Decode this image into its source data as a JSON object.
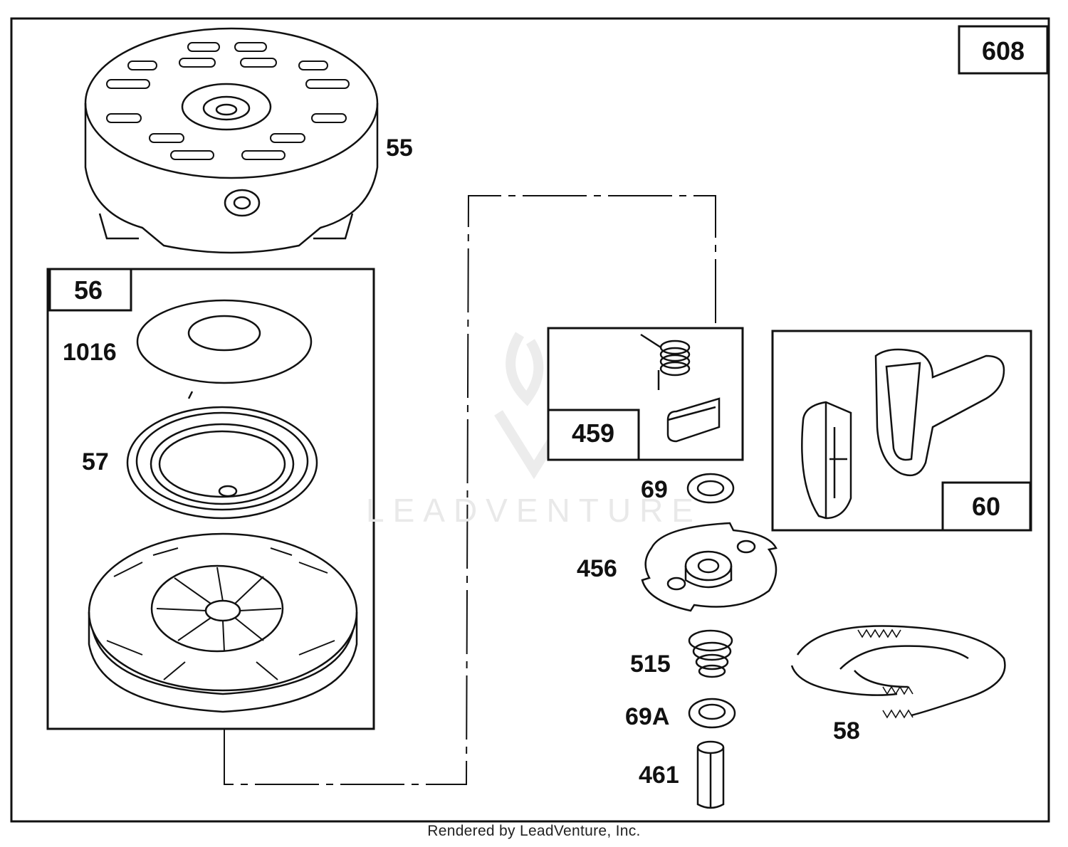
{
  "diagram": {
    "assembly_number": "608",
    "subassembly_numbers": {
      "starter_kit": "56",
      "pawl_kit": "459",
      "handle_kit": "60"
    },
    "parts": {
      "housing": "55",
      "washer": "1016",
      "rewind_spring": "57",
      "cord": "58",
      "washer_69": "69",
      "retainer": "456",
      "spring_515": "515",
      "washer_69a": "69A",
      "pin": "461"
    }
  },
  "watermark": {
    "brand": "LEADVENTURE"
  },
  "footer": {
    "rendered_by": "Rendered by LeadVenture, Inc."
  },
  "colors": {
    "line": "#111111",
    "watermark": "#e9e9e9"
  }
}
